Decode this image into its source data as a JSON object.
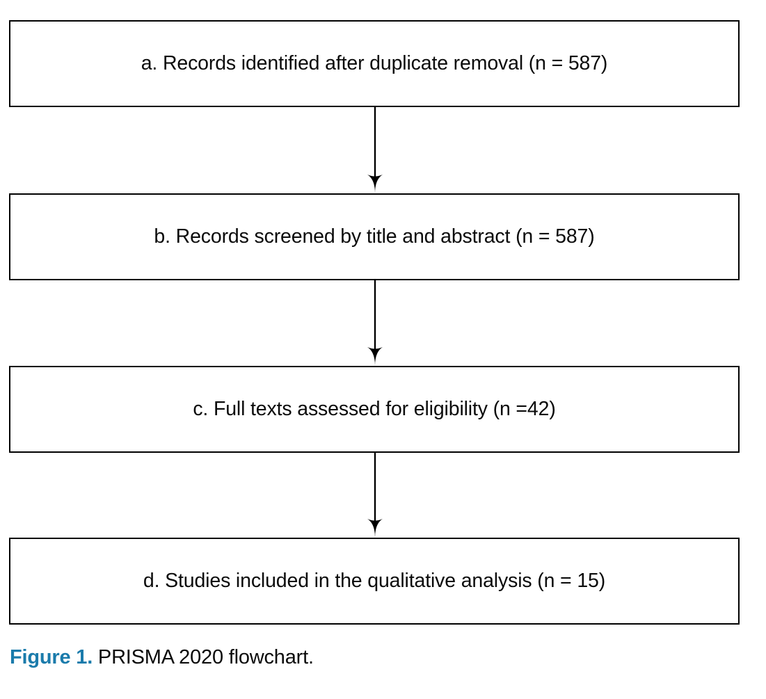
{
  "figure": {
    "caption_label": "Figure 1.",
    "caption_text": "PRISMA 2020 flowchart.",
    "caption_label_color": "#1a7bab",
    "caption_text_color": "#0b0b0b"
  },
  "chart_data": {
    "type": "diagram",
    "diagram_type": "flowchart",
    "title": "PRISMA 2020 flowchart",
    "orientation": "top-to-bottom",
    "box_border_color": "#000000",
    "box_fill_color": "#ffffff",
    "arrow_color": "#000000",
    "nodes": [
      {
        "id": "a",
        "label": "a. Records identified after duplicate removal (n = 587)",
        "stage": "identification",
        "count": 587
      },
      {
        "id": "b",
        "label": "b. Records screened by title and abstract (n = 587)",
        "stage": "screening",
        "count": 587
      },
      {
        "id": "c",
        "label": "c. Full texts assessed for eligibility (n =42)",
        "stage": "eligibility",
        "count": 42
      },
      {
        "id": "d",
        "label": "d. Studies included in the qualitative analysis (n = 15)",
        "stage": "included",
        "count": 15
      }
    ],
    "edges": [
      {
        "id": "a-b",
        "from": "a",
        "to": "b",
        "label": "",
        "arrow": "down"
      },
      {
        "id": "b-c",
        "from": "b",
        "to": "c",
        "label": "",
        "arrow": "down"
      },
      {
        "id": "c-d",
        "from": "c",
        "to": "d",
        "label": "",
        "arrow": "down"
      }
    ]
  }
}
